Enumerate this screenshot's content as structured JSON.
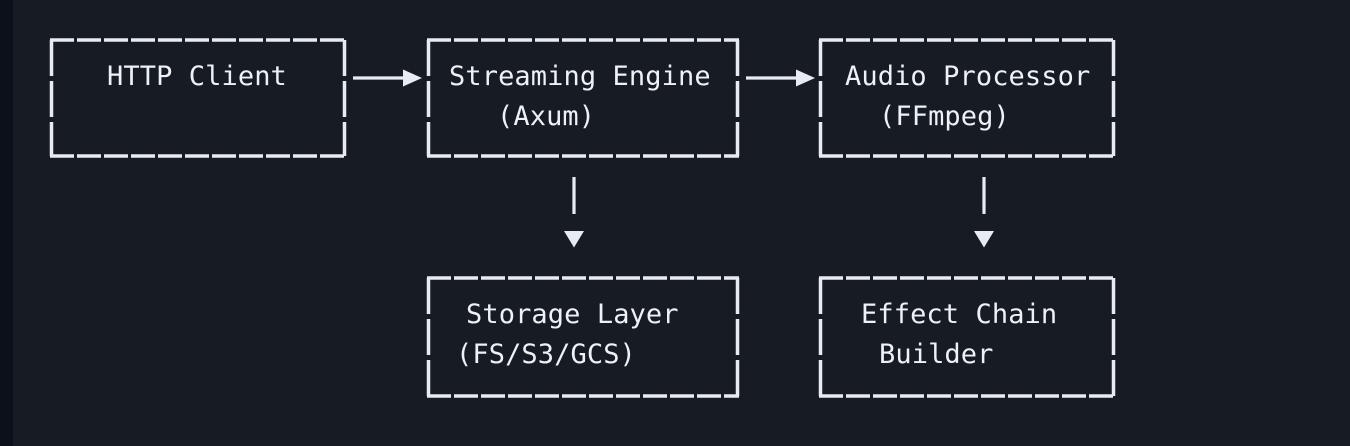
{
  "diagram": {
    "type": "architecture-flow",
    "colors": {
      "background": "#161b24",
      "gutter": "#0c101a",
      "line": "#e8ecf2",
      "text": "#eef1f6"
    },
    "nodes": [
      {
        "id": "http-client",
        "lines": [
          "HTTP Client"
        ]
      },
      {
        "id": "streaming-engine",
        "lines": [
          "Streaming Engine",
          "(Axum)"
        ]
      },
      {
        "id": "audio-processor",
        "lines": [
          "Audio Processor",
          "(FFmpeg)"
        ]
      },
      {
        "id": "storage-layer",
        "lines": [
          "Storage Layer",
          "(FS/S3/GCS)"
        ]
      },
      {
        "id": "effect-chain-builder",
        "lines": [
          "Effect Chain",
          "Builder"
        ]
      }
    ],
    "edges": [
      {
        "from": "http-client",
        "to": "streaming-engine",
        "direction": "right"
      },
      {
        "from": "streaming-engine",
        "to": "audio-processor",
        "direction": "right"
      },
      {
        "from": "streaming-engine",
        "to": "storage-layer",
        "direction": "down"
      },
      {
        "from": "audio-processor",
        "to": "effect-chain-builder",
        "direction": "down"
      }
    ]
  }
}
